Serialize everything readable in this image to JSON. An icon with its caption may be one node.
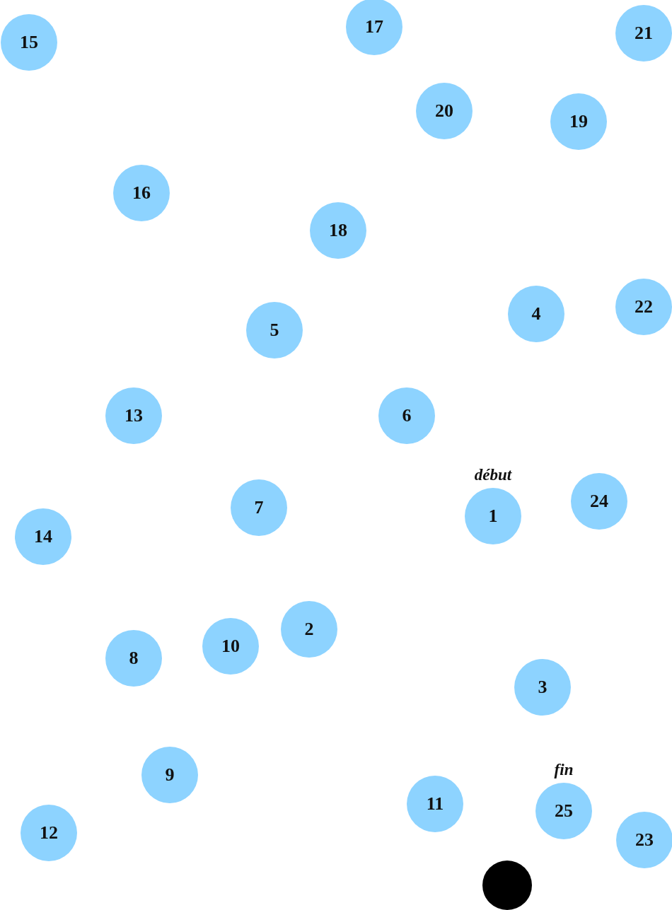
{
  "diagram": {
    "nodes": [
      {
        "text": [
          "17"
        ]
      },
      {
        "text": [
          "21"
        ]
      },
      {
        "text": [
          "15"
        ]
      },
      {
        "text": [
          "20"
        ]
      },
      {
        "text": [
          "19"
        ]
      },
      {
        "text": [
          "16"
        ]
      },
      {
        "text": [
          "18"
        ]
      },
      {
        "text": [
          "22"
        ]
      },
      {
        "text": [
          "4"
        ]
      },
      {
        "text": [
          "5"
        ]
      },
      {
        "text": [
          "13"
        ]
      },
      {
        "text": [
          "6"
        ]
      },
      {
        "text": [
          "24"
        ]
      },
      {
        "text": [
          "7"
        ]
      },
      {
        "text": [
          "1"
        ],
        "beside": [
          "début"
        ]
      },
      {
        "text": [
          "14"
        ]
      },
      {
        "text": [
          "2"
        ]
      },
      {
        "text": [
          "10"
        ]
      },
      {
        "text": [
          "8"
        ]
      },
      {
        "text": [
          "3"
        ]
      },
      {
        "text": [
          "9"
        ]
      },
      {
        "text": [
          "11"
        ]
      },
      {
        "text": [
          "25"
        ],
        "beside": [
          "fin"
        ]
      },
      {
        "text": [
          "12"
        ]
      },
      {
        "text": [
          "23"
        ]
      },
      {
        "text": [],
        "shape": "circle"
      }
    ],
    "edges": []
  }
}
